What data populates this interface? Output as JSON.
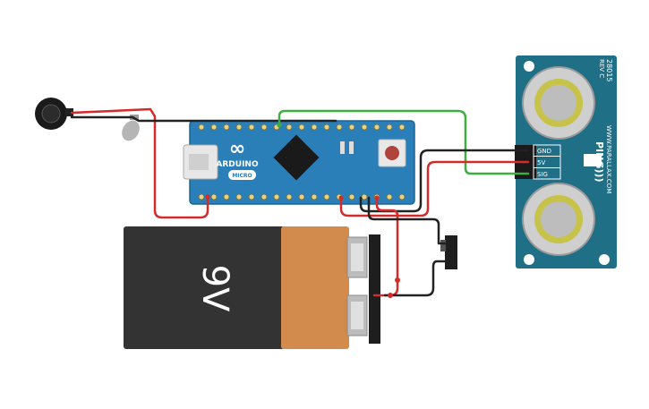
{
  "colors": {
    "wire_red": "#d42a2a",
    "wire_green": "#3fae3f",
    "wire_black": "#222222",
    "arduino_board": "#2a7fb8",
    "ping_board": "#1f6f87",
    "battery_body": "#333333",
    "battery_label": "#d38b4d"
  },
  "arduino": {
    "logo_symbol": "∞",
    "brand": "ARDUINO",
    "model": "MICRO"
  },
  "battery": {
    "label": "9V"
  },
  "ping_sensor": {
    "part_number": "28015",
    "revision": "REV C",
    "name": "PING)))",
    "website": "WWW.PARALLAX.COM",
    "pins": [
      "GND",
      "5V",
      "SIG"
    ]
  }
}
